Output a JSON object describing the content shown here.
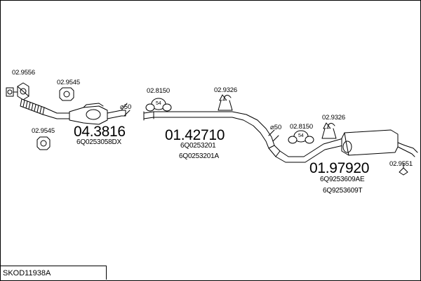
{
  "parts": {
    "clamp_top_left": "02.9556",
    "gasket_left": "02.9545",
    "gasket_lower_left": "02.9545",
    "catalyst_number": "04.3816",
    "catalyst_oem": "6Q0253058DX",
    "diameter_front": "⌀50",
    "hanger_middle": "02.8150",
    "clamp_middle": "02.9326",
    "middle_pipe_number": "01.42710",
    "middle_pipe_oem_1": "6Q0253201",
    "middle_pipe_oem_2": "6Q0253201A",
    "diameter_rear": "⌀50",
    "hanger_rear": "02.8150",
    "clamp_rear": "02.9326",
    "rear_silencer_number": "01.97920",
    "rear_silencer_oem_1": "6Q9253609AE",
    "rear_silencer_oem_2": "6Q9253609T",
    "clamp_tail": "02.9551",
    "hanger_mark_1": "54",
    "hanger_mark_2": "54"
  },
  "reference": "SKOD11938A"
}
